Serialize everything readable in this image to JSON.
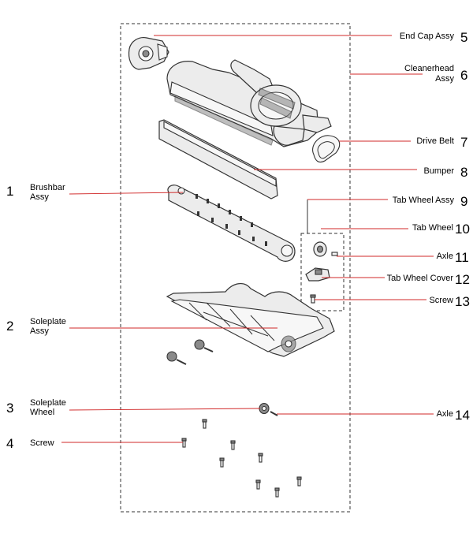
{
  "colors": {
    "leader": "#d12a2a",
    "outline": "#333333",
    "part_fill": "#ececec"
  },
  "callouts": [
    {
      "id": "end-cap-assy",
      "number": "5",
      "label": "End Cap Assy"
    },
    {
      "id": "cleanerhead-assy",
      "number": "6",
      "label_line1": "Cleanerhead",
      "label_line2": "Assy"
    },
    {
      "id": "drive-belt",
      "number": "7",
      "label": "Drive Belt"
    },
    {
      "id": "bumper",
      "number": "8",
      "label": "Bumper"
    },
    {
      "id": "tab-wheel-assy",
      "number": "9",
      "label": "Tab Wheel Assy"
    },
    {
      "id": "tab-wheel",
      "number": "10",
      "label": "Tab Wheel"
    },
    {
      "id": "axle-11",
      "number": "11",
      "label": "Axle"
    },
    {
      "id": "tab-wheel-cover",
      "number": "12",
      "label": "Tab Wheel Cover"
    },
    {
      "id": "screw-13",
      "number": "13",
      "label": "Screw"
    },
    {
      "id": "axle-14",
      "number": "14",
      "label": "Axle"
    },
    {
      "id": "brushbar-assy",
      "number": "1",
      "label_line1": "Brushbar",
      "label_line2": "Assy"
    },
    {
      "id": "soleplate-assy",
      "number": "2",
      "label_line1": "Soleplate",
      "label_line2": "Assy"
    },
    {
      "id": "soleplate-wheel",
      "number": "3",
      "label_line1": "Soleplate",
      "label_line2": "Wheel"
    },
    {
      "id": "screw-4",
      "number": "4",
      "label": "Screw"
    }
  ]
}
